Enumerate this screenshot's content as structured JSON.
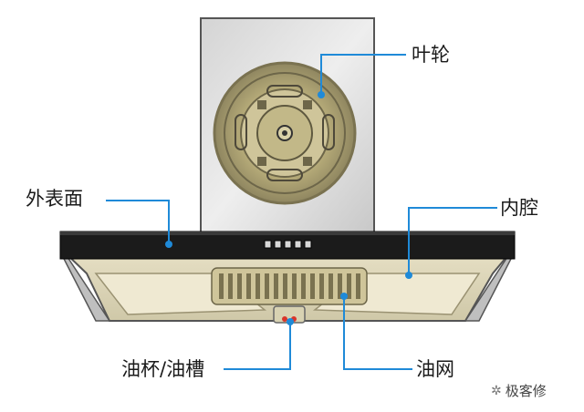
{
  "labels": {
    "impeller": "叶轮",
    "outer_surface": "外表面",
    "inner_cavity": "内腔",
    "oil_cup": "油杯/油槽",
    "oil_filter": "油网"
  },
  "watermark": {
    "text": "极客修",
    "icon": "sparkle-logo-icon"
  },
  "colors": {
    "pointer": "#1f8ad8",
    "hood_black": "#1b1b1b",
    "steel": "#d9d9d9",
    "impeller": "#b9ad78"
  }
}
